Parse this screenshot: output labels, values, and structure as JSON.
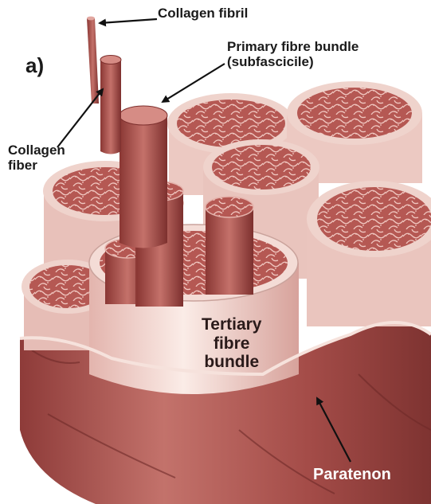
{
  "panel_label": "a)",
  "labels": {
    "collagen_fibril": "Collagen fibril",
    "primary_line1": "Primary fibre bundle",
    "primary_line2": "(subfascicile)",
    "collagen_fiber_line1": "Collagen",
    "collagen_fiber_line2": "fiber",
    "tertiary_line1": "Tertiary",
    "tertiary_line2": "fibre",
    "tertiary_line3": "bundle",
    "paratenon": "Paratenon"
  },
  "colors": {
    "tissue_dark": "#8e3b39",
    "tissue_mid": "#b65a55",
    "tissue_light": "#d99590",
    "sheath_light": "#f6e2dc",
    "arrow": "#111111"
  }
}
